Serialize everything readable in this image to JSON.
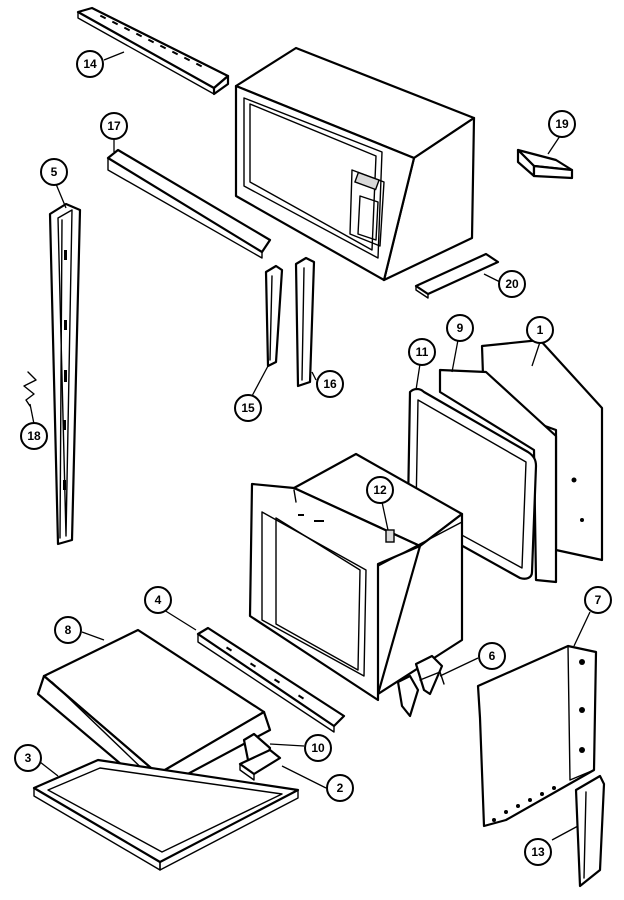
{
  "diagram": {
    "callouts": [
      {
        "id": "c14",
        "label": "14"
      },
      {
        "id": "c17",
        "label": "17"
      },
      {
        "id": "c5",
        "label": "5"
      },
      {
        "id": "c19",
        "label": "19"
      },
      {
        "id": "c20",
        "label": "20"
      },
      {
        "id": "c9",
        "label": "9"
      },
      {
        "id": "c1",
        "label": "1"
      },
      {
        "id": "c11",
        "label": "11"
      },
      {
        "id": "c18",
        "label": "18"
      },
      {
        "id": "c15",
        "label": "15"
      },
      {
        "id": "c16",
        "label": "16"
      },
      {
        "id": "c12",
        "label": "12"
      },
      {
        "id": "c8",
        "label": "8"
      },
      {
        "id": "c4",
        "label": "4"
      },
      {
        "id": "c7",
        "label": "7"
      },
      {
        "id": "c6",
        "label": "6"
      },
      {
        "id": "c10",
        "label": "10"
      },
      {
        "id": "c3",
        "label": "3"
      },
      {
        "id": "c2",
        "label": "2"
      },
      {
        "id": "c13",
        "label": "13"
      }
    ]
  },
  "colors": {
    "line": "#000000",
    "background": "#ffffff"
  }
}
